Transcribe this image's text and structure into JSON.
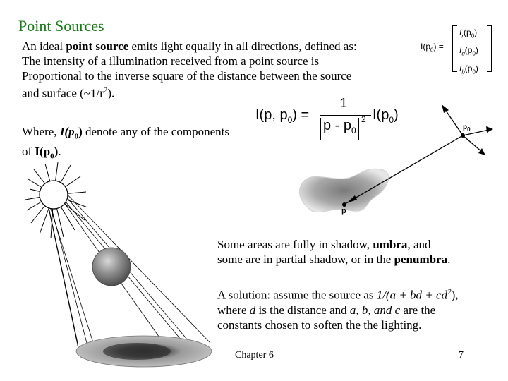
{
  "slide": {
    "title": "Point Sources",
    "intro": {
      "line1_a": "An ideal ",
      "line1_bold": "point source",
      "line1_b": " emits light equally in all directions, defined as:",
      "line2": "The intensity of a illumination received from a point source is",
      "line3": "Proportional to the inverse square of the distance between the source",
      "line4_a": "and surface (~1/r",
      "line4_sup": "2",
      "line4_b": ")."
    },
    "where": {
      "prefix": "Where, ",
      "term": "I(p",
      "term_sub": "0",
      "term_close": ")",
      "middle": " denote any of the components",
      "line2_prefix": "of ",
      "line2_term": "I(p",
      "line2_sub": "0",
      "line2_close": ")",
      "line2_end": "."
    },
    "shadow": {
      "part1": "Some areas are fully in shadow, ",
      "umbra": "umbra",
      "part2": ", and",
      "part3": "some are in partial shadow, or in the ",
      "penumbra": "penumbra",
      "part4": "."
    },
    "solution": {
      "p1": "A solution: assume the source as ",
      "formula_a": "1/(a + bd + cd",
      "formula_sup": "2",
      "formula_b": "),",
      "p2": "where ",
      "d": "d",
      "p3": " is the distance and ",
      "abc": "a, b, and c",
      "p4": " are the",
      "p5": "constants chosen to soften the the lighting."
    },
    "footer": "Chapter 6",
    "page_number": "7"
  },
  "formulas": {
    "vector_lhs": "I(p",
    "vector_lhs_sub": "0",
    "vector_lhs_close": ") =",
    "vector_rows": [
      {
        "I": "I",
        "sub": "r",
        "arg": "(p",
        "argsub": "0",
        "close": ")"
      },
      {
        "I": "I",
        "sub": "g",
        "arg": "(p",
        "argsub": "0",
        "close": ")"
      },
      {
        "I": "I",
        "sub": "b",
        "arg": "(p",
        "argsub": "0",
        "close": ")"
      }
    ],
    "inverse_lhs": "I(p, p",
    "inverse_lhs_sub": "0",
    "inverse_lhs_close": ") =",
    "inverse_num": "1",
    "inverse_den": "p - p",
    "inverse_den_sub": "0",
    "inverse_den_sup": "2",
    "inverse_rhs": "I(p",
    "inverse_rhs_sub": "0",
    "inverse_rhs_close": ")"
  },
  "diagram": {
    "label_p0": "p",
    "label_p0_sub": "0",
    "label_p": "p"
  }
}
